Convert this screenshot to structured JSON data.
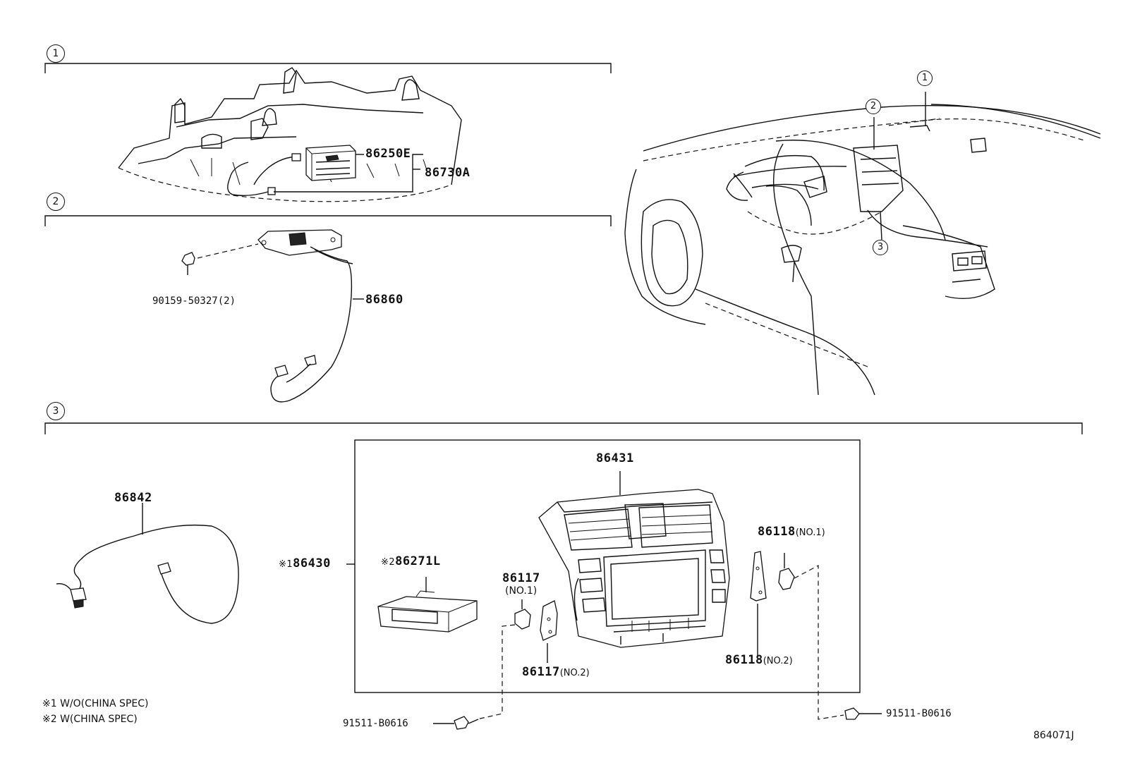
{
  "sections": {
    "s1": "1",
    "s2": "2",
    "s3": "3"
  },
  "callouts": {
    "c1": "1",
    "c2": "2",
    "c3": "3"
  },
  "parts": {
    "p86250E": "86250E",
    "p86730A": "86730A",
    "p90159": "90159-50327(2)",
    "p86860": "86860",
    "p86842": "86842",
    "p86430": "86430",
    "p86430_mark": "※1",
    "p86271L": "86271L",
    "p86271L_mark": "※2",
    "p86431": "86431",
    "p86117a": "86117",
    "p86117a_qual": "(NO.1)",
    "p86117b": "86117",
    "p86117b_qual": "(NO.2)",
    "p86118a": "86118",
    "p86118a_qual": "(NO.1)",
    "p86118b": "86118",
    "p86118b_qual": "(NO.2)",
    "p91511a": "91511-B0616",
    "p91511b": "91511-B0616"
  },
  "notes": {
    "n1": "※1 W/O(CHINA SPEC)",
    "n2": "※2 W(CHINA SPEC)"
  },
  "diagram_id": "864071J"
}
